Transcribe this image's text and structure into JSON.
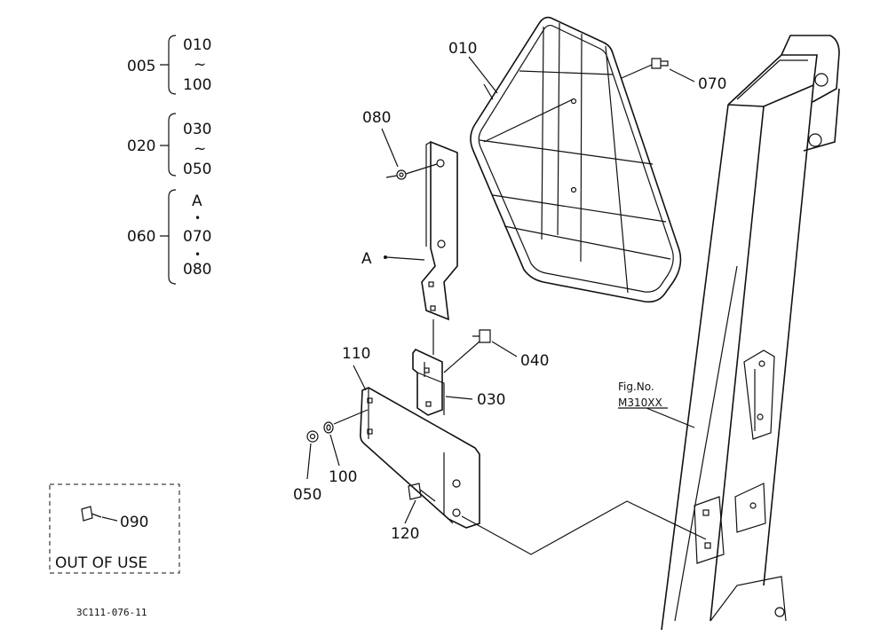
{
  "legend": {
    "group_005": {
      "code": "005",
      "from": "010",
      "tilde": "~",
      "to": "100"
    },
    "group_020": {
      "code": "020",
      "from": "030",
      "tilde": "~",
      "to": "050"
    },
    "group_060": {
      "code": "060",
      "items": [
        "A",
        "070",
        "080"
      ],
      "dot": "•"
    }
  },
  "callouts": {
    "p010": "010",
    "p070": "070",
    "p080": "080",
    "pA": "A",
    "p040": "040",
    "p110": "110",
    "p030": "030",
    "p050": "050",
    "p100": "100",
    "p120": "120",
    "p090": "090"
  },
  "fig_ref": {
    "line1": "Fig.No.",
    "line2": "M310XX"
  },
  "out_of_use": "OUT OF USE",
  "drawing_id": "3C111-076-11"
}
